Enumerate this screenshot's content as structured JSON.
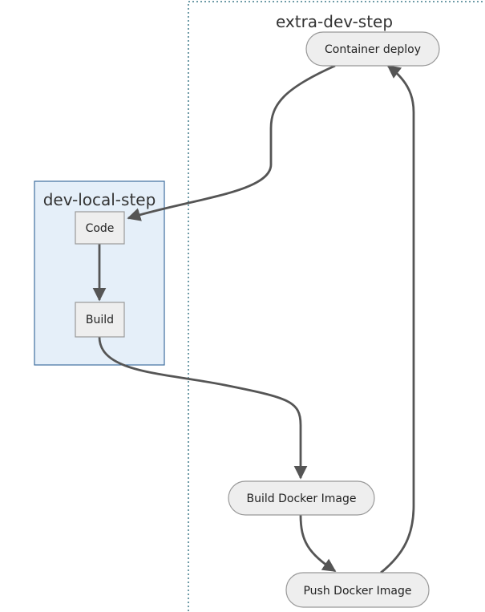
{
  "diagram": {
    "clusters": {
      "extra": {
        "title": "extra-dev-step"
      },
      "local": {
        "title": "dev-local-step"
      }
    },
    "nodes": {
      "code": {
        "label": "Code"
      },
      "build": {
        "label": "Build"
      },
      "container_deploy": {
        "label": "Container deploy"
      },
      "build_docker_image": {
        "label": "Build Docker Image"
      },
      "push_docker_image": {
        "label": "Push Docker Image"
      }
    },
    "edges": [
      {
        "from": "Container deploy",
        "to": "Code"
      },
      {
        "from": "Code",
        "to": "Build"
      },
      {
        "from": "Build",
        "to": "Build Docker Image"
      },
      {
        "from": "Build Docker Image",
        "to": "Push Docker Image"
      },
      {
        "from": "Push Docker Image",
        "to": "Container deploy"
      }
    ]
  },
  "colors": {
    "local_cluster_fill": "#e5eff9",
    "local_cluster_stroke": "#3f6f9f",
    "extra_cluster_stroke": "#3f7a8a",
    "node_fill": "#eeeeee",
    "node_stroke": "#999999",
    "edge": "#555555"
  }
}
